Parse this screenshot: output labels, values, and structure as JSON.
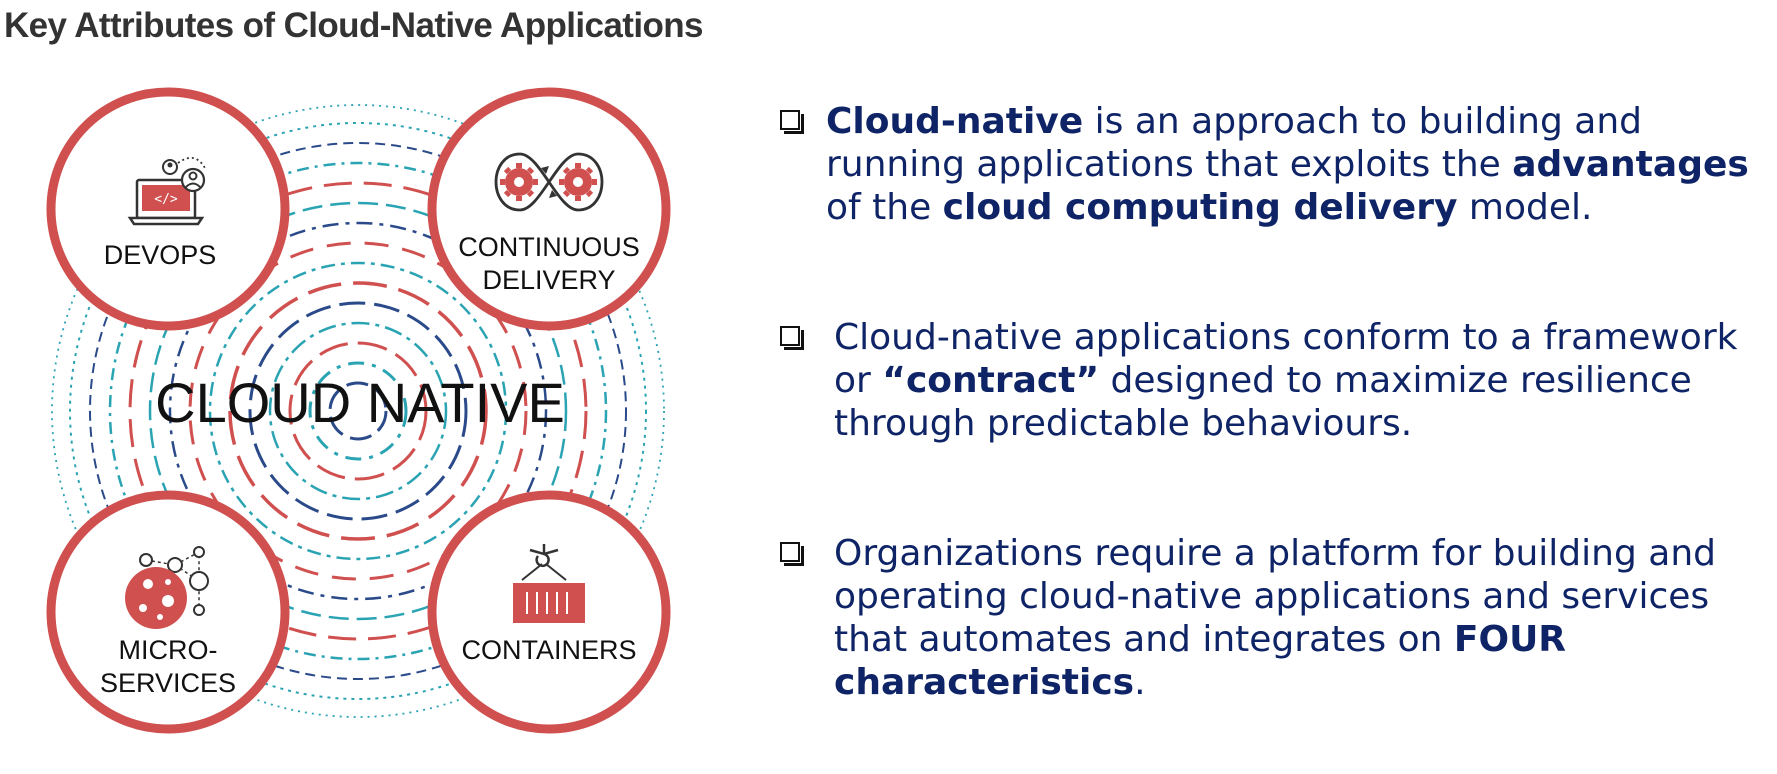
{
  "title": "Key Attributes of Cloud-Native Applications",
  "diagram": {
    "center_label": "CLOUD NATIVE",
    "circles": [
      {
        "id": "devops",
        "lines": [
          "DEVOPS"
        ],
        "icon": "laptop-code-icon"
      },
      {
        "id": "continuous-delivery",
        "lines": [
          "CONTINUOUS",
          "DELIVERY"
        ],
        "icon": "gears-loop-icon"
      },
      {
        "id": "microservices",
        "lines": [
          "MICRO-",
          "SERVICES"
        ],
        "icon": "microservices-icon"
      },
      {
        "id": "containers",
        "lines": [
          "CONTAINERS"
        ],
        "icon": "container-crane-icon"
      }
    ],
    "colors": {
      "red": "#d0504f",
      "teal": "#2aa3b3",
      "navy": "#2b4a8a",
      "text": "#111111"
    }
  },
  "bullets": [
    {
      "lines": [
        [
          {
            "t": "Cloud-native",
            "b": true
          },
          {
            "t": " is an approach to building and",
            "b": false
          }
        ],
        [
          {
            "t": "running applications that exploits the ",
            "b": false
          },
          {
            "t": "advantages",
            "b": true
          }
        ],
        [
          {
            "t": " of the ",
            "b": false
          },
          {
            "t": "cloud computing delivery",
            "b": true
          },
          {
            "t": " model.",
            "b": false
          }
        ]
      ]
    },
    {
      "lines": [
        [
          {
            "t": "Cloud-native applications conform to a framework",
            "b": false
          }
        ],
        [
          {
            "t": "or ",
            "b": false
          },
          {
            "t": "“contract”",
            "b": true
          },
          {
            "t": " designed to maximize resilience",
            "b": false
          }
        ],
        [
          {
            "t": "through predictable behaviours.",
            "b": false
          }
        ]
      ]
    },
    {
      "lines": [
        [
          {
            "t": "Organizations require a platform for building and",
            "b": false
          }
        ],
        [
          {
            "t": "operating cloud-native applications and services",
            "b": false
          }
        ],
        [
          {
            "t": "that automates and integrates on ",
            "b": false
          },
          {
            "t": "FOUR",
            "b": true
          }
        ],
        [
          {
            "t": "characteristics",
            "b": true
          },
          {
            "t": ".",
            "b": false
          }
        ]
      ]
    }
  ]
}
